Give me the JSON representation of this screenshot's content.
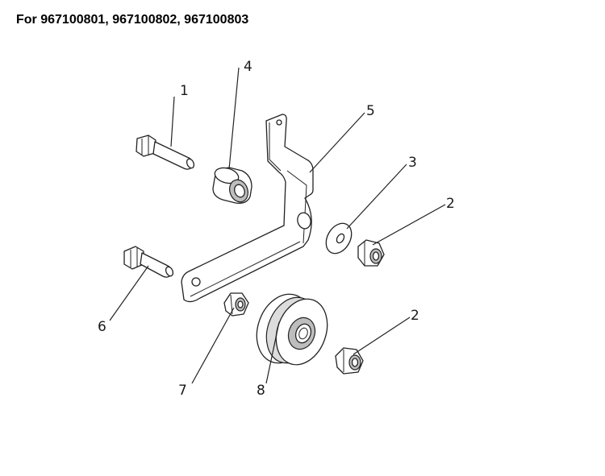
{
  "header": {
    "title": "For 967100801, 967100802, 967100803"
  },
  "callouts": {
    "c1": "1",
    "c2a": "2",
    "c2b": "2",
    "c3": "3",
    "c4": "4",
    "c5": "5",
    "c6": "6",
    "c7": "7",
    "c8": "8"
  }
}
